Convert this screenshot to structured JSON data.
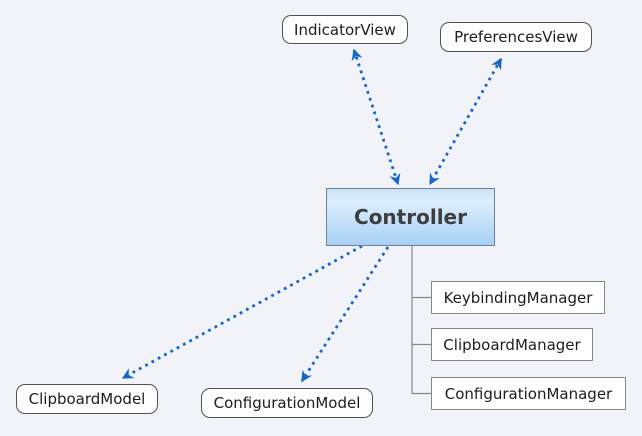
{
  "diagram": {
    "type": "architecture-diagram",
    "nodes": {
      "indicator_view": {
        "label": "IndicatorView",
        "shape": "rounded-rect"
      },
      "preferences_view": {
        "label": "PreferencesView",
        "shape": "rounded-rect"
      },
      "controller": {
        "label": "Controller",
        "shape": "rect-gradient-blue"
      },
      "keybinding_manager": {
        "label": "KeybindingManager",
        "shape": "rect"
      },
      "clipboard_manager": {
        "label": "ClipboardManager",
        "shape": "rect"
      },
      "configuration_manager": {
        "label": "ConfigurationManager",
        "shape": "rect"
      },
      "clipboard_model": {
        "label": "ClipboardModel",
        "shape": "rounded-rect"
      },
      "configuration_model": {
        "label": "ConfigurationModel",
        "shape": "rounded-rect"
      }
    },
    "edges": [
      {
        "from": "controller",
        "to": "indicator_view",
        "style": "dotted-blue",
        "arrows": "both"
      },
      {
        "from": "controller",
        "to": "preferences_view",
        "style": "dotted-blue",
        "arrows": "both"
      },
      {
        "from": "controller",
        "to": "clipboard_model",
        "style": "dotted-blue",
        "arrows": "end"
      },
      {
        "from": "controller",
        "to": "configuration_model",
        "style": "dotted-blue",
        "arrows": "end"
      },
      {
        "from": "controller",
        "to": "keybinding_manager",
        "style": "solid-gray-tree",
        "arrows": "none"
      },
      {
        "from": "controller",
        "to": "clipboard_manager",
        "style": "solid-gray-tree",
        "arrows": "none"
      },
      {
        "from": "controller",
        "to": "configuration_manager",
        "style": "solid-gray-tree",
        "arrows": "none"
      }
    ],
    "colors": {
      "background": "#f2f3f9",
      "arrow_blue": "#1467c8",
      "connector_gray": "#85898f",
      "node_fill": "#fdfdfe",
      "node_border_dark": "#4d5257",
      "node_border_light": "#83878c",
      "controller_gradient_top": "#c9e1f8",
      "controller_gradient_mid": "#ddeefd",
      "controller_gradient_bottom": "#a8d0f5",
      "label_text": "#1d1d1d",
      "controller_text": "#3d3d3d"
    }
  }
}
